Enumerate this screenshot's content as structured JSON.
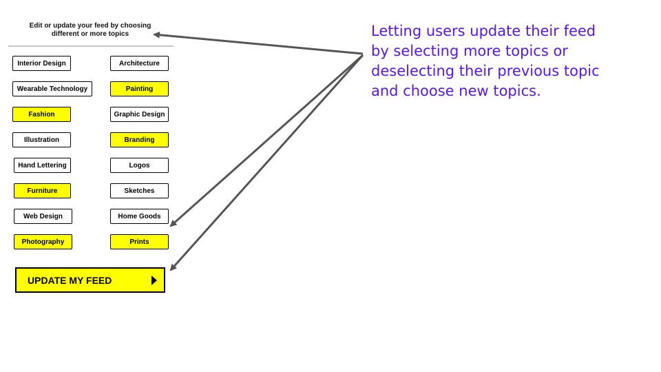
{
  "header": {
    "instruction_text": "Edit or update your feed by choosing\ndifferent or more topics"
  },
  "topics": [
    {
      "label": "Interior Design",
      "selected": false
    },
    {
      "label": "Architecture",
      "selected": false
    },
    {
      "label": "Wearable Technology",
      "selected": false
    },
    {
      "label": "Painting",
      "selected": true
    },
    {
      "label": "Fashion",
      "selected": true
    },
    {
      "label": "Graphic Design",
      "selected": false
    },
    {
      "label": "Illustration",
      "selected": false
    },
    {
      "label": "Branding",
      "selected": true
    },
    {
      "label": "Hand Lettering",
      "selected": false
    },
    {
      "label": "Logos",
      "selected": false
    },
    {
      "label": "Furniture",
      "selected": true
    },
    {
      "label": "Sketches",
      "selected": false
    },
    {
      "label": "Web Design",
      "selected": false
    },
    {
      "label": "Home Goods",
      "selected": false
    },
    {
      "label": "Photography",
      "selected": true
    },
    {
      "label": "Prints",
      "selected": true
    }
  ],
  "update_button": {
    "label": "UPDATE MY FEED",
    "icon": "play-icon"
  },
  "annotation": {
    "text": "Letting users update their feed\nby selecting more topics or\ndeselecting their previous topic\nand choose new topics."
  },
  "colors": {
    "selected_fill": "#ffff00",
    "annotation_text": "#5b16f0",
    "arrow": "#555555"
  }
}
